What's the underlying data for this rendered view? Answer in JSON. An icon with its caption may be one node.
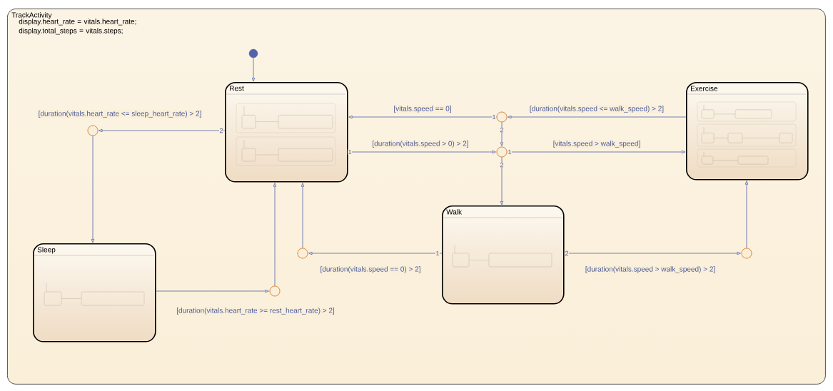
{
  "diagram": {
    "nodes": [
      {
        "text": [
          "TrackActivity",
          "display.heart_rate = vitals.heart_rate; display.total_steps = vitals.steps;"
        ]
      },
      {
        "text": [
          "Rest"
        ],
        "in": 0
      },
      {
        "text": [
          "Exercise"
        ],
        "in": 0
      },
      {
        "text": [
          "Walk"
        ],
        "in": 0
      },
      {
        "text": [
          "Sleep"
        ],
        "in": 0
      },
      {
        "text": [],
        "shape": "circle",
        "in": 0
      },
      {
        "text": [],
        "shape": "circle",
        "in": 0
      },
      {
        "text": [],
        "shape": "circle",
        "in": 0
      },
      {
        "text": [],
        "shape": "circle",
        "in": 0
      },
      {
        "text": [],
        "shape": "circle",
        "in": 0
      },
      {
        "text": [],
        "shape": "circle",
        "in": 0
      },
      {
        "text": [],
        "shape": "circle",
        "in": 0
      }
    ],
    "edges": [
      {
        "from": 5,
        "to": 1,
        "arrow": "to"
      },
      {
        "from": 1,
        "to": 6,
        "arrow": "to",
        "label": "[duration(vitals.heart_rate <= sleep_heart_rate) > 2]"
      },
      {
        "from": 6,
        "to": 4,
        "arrow": "to"
      },
      {
        "from": 4,
        "to": 11,
        "arrow": "to",
        "label": "[duration(vitals.heart_rate >= rest_heart_rate) > 2]"
      },
      {
        "from": 11,
        "to": 1,
        "arrow": "to"
      },
      {
        "from": 2,
        "to": 7,
        "arrow": "to",
        "label": "[duration(vitals.speed <= walk_speed) > 2]"
      },
      {
        "from": 7,
        "to": 1,
        "arrow": "to",
        "label": "[vitals.speed == 0]"
      },
      {
        "from": 7,
        "to": 8,
        "arrow": "to"
      },
      {
        "from": 1,
        "to": 8,
        "arrow": "to",
        "label": "[duration(vitals.speed > 0) > 2]"
      },
      {
        "from": 8,
        "to": 2,
        "arrow": "to",
        "label": "[vitals.speed > walk_speed]"
      },
      {
        "from": 8,
        "to": 3,
        "arrow": "to"
      },
      {
        "from": 3,
        "to": 9,
        "arrow": "to",
        "label": "[duration(vitals.speed == 0) > 2]"
      },
      {
        "from": 9,
        "to": 1,
        "arrow": "to"
      },
      {
        "from": 3,
        "to": 10,
        "arrow": "to",
        "label": "[duration(vitals.speed > walk_speed) > 2]"
      },
      {
        "from": 10,
        "to": 2,
        "arrow": "to"
      }
    ],
    "labels": [
      "1",
      "2",
      "2",
      "1",
      "1",
      "2",
      "1",
      "2"
    ]
  }
}
